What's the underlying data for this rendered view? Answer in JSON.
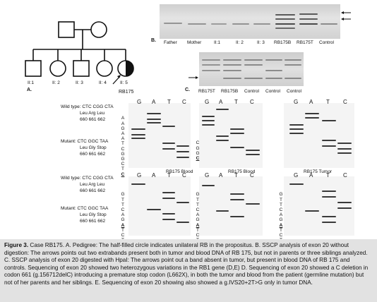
{
  "pedigree": {
    "labels": [
      "II:1",
      "II: 2",
      "II: 3",
      "II: 4",
      "II: 5"
    ],
    "proband": "RB175",
    "panel": "A."
  },
  "panelB": {
    "letter": "B.",
    "lanes": [
      "Father",
      "Mother",
      "II:1",
      "II: 2",
      "II: 3",
      "RB175B",
      "RB175T",
      "Control"
    ]
  },
  "panelC": {
    "letter": "C.",
    "lanes": [
      "RB175T",
      "RB175B",
      "Control",
      "Control",
      "Control"
    ]
  },
  "seqTop": {
    "wild_label": "Wild type: CTC CGG CTA",
    "wild_aa": "Leu Arg Leu",
    "wild_codons": "660 661 662",
    "mut_label": "Mutant: CTC GGC TAA",
    "mut_aa": "Leu Gly Stop",
    "mut_codons": "660 661 662",
    "bases": [
      "A",
      "A",
      "G",
      "A",
      "A",
      "T",
      "C",
      "G",
      "G",
      "C",
      "T",
      "C"
    ],
    "lanes": [
      "G",
      "A",
      "T",
      "C"
    ],
    "captions": [
      "RB175 Blood",
      "RB175 Blood",
      "RB175 Tumor"
    ]
  },
  "seqBottom": {
    "wild_label": "Wild type: CTC CGG CTA",
    "wild_aa": "Leu Arg Leu",
    "wild_codons": "660 661 662",
    "mut_label": "Mutant: CTC GGC TAA",
    "mut_aa": "Leu Gly Stop",
    "mut_codons": "660 661 662",
    "bases": [
      "G",
      "T",
      "T",
      "C",
      "A",
      "G",
      "A",
      "T",
      "C",
      "T"
    ],
    "lanes": [
      "G",
      "A",
      "T",
      "C"
    ]
  },
  "caption": {
    "figure": "Figure 3.",
    "text": " Case RB175. A. Pedigree: The half-filled circle indicates unilateral RB in the propositus. B. SSCP analysis of exon 20 without digestion: The arrows points out two extrabands present both in tumor and blood DNA of RB 175, but not in parents or three siblings analyzed. C. SSCP analysis of exon 20 digested with HpaI: The arrows point out a band absent in tumor, but present in blood DNA of RB 175 and controls. Sequencing of exon 20 showed two heterozygous variations in the RB1 gene (D,E) D. Sequencing of exon 20 showed a C deletion in codon 661 (g.156712delC) introducing a premature stop codon (L662X), in both the tumor and blood from the patient (germline mutation) but not of her parents and her siblings. E. Sequencing of exon 20 showing also showed a g.IVS20+2T>G only in tumor DNA."
  }
}
